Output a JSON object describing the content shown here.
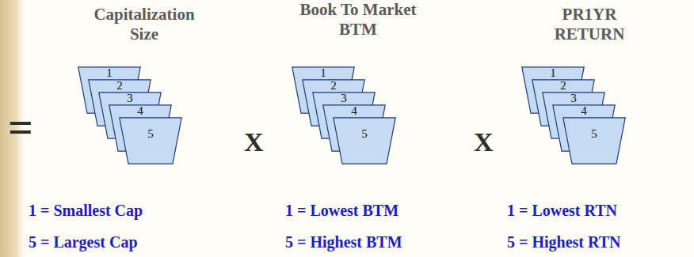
{
  "diagram": {
    "nodes": [
      {
        "text": [
          "1"
        ]
      },
      {
        "text": [
          "2"
        ]
      },
      {
        "text": [
          "3"
        ]
      },
      {
        "text": [
          "4"
        ]
      },
      {
        "text": [
          "5"
        ]
      },
      {
        "text": [
          "1"
        ]
      },
      {
        "text": [
          "2"
        ]
      },
      {
        "text": [
          "3"
        ]
      },
      {
        "text": [
          "4"
        ]
      },
      {
        "text": [
          "5"
        ]
      },
      {
        "text": [
          "1"
        ]
      },
      {
        "text": [
          "2"
        ]
      },
      {
        "text": [
          "3"
        ]
      },
      {
        "text": [
          "4"
        ]
      },
      {
        "text": [
          "5"
        ]
      }
    ],
    "labels": [
      "Capitalization Size",
      "Book To Market BTM",
      "PR1YR RETURN",
      "=",
      "X",
      "X",
      "1 = Smallest Cap",
      "5 = Largest Cap",
      "1 = Lowest BTM",
      "5 = Highest BTM",
      "1 = Lowest RTN",
      "5 = Highest RTN"
    ]
  }
}
